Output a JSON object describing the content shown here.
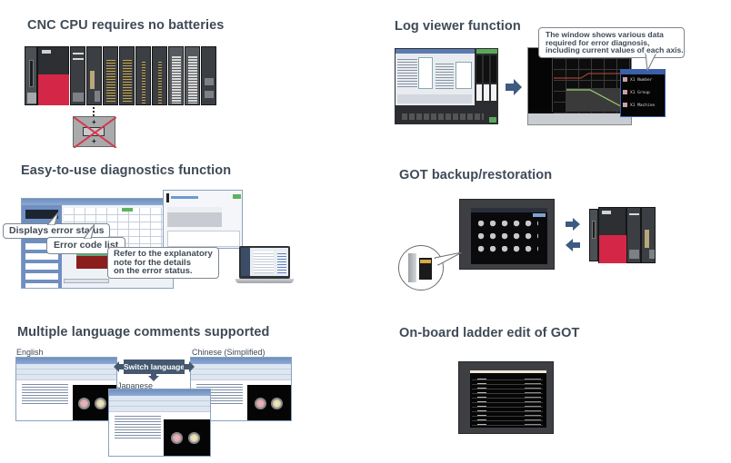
{
  "sections": {
    "cnc_cpu": {
      "title": "CNC CPU requires no batteries",
      "image": "plc-rack-with-crossed-out-battery"
    },
    "log_viewer": {
      "title": "Log viewer function",
      "callout": "The window shows various data\nrequired for error diagnosis,\nincluding current values of each axis.",
      "callout_lines": [
        "The window shows various data",
        "required for error diagnosis,",
        "including current values of each axis."
      ],
      "popup_items": [
        "X1 Number",
        "X1 Group",
        "X1 Machine"
      ],
      "image_left": "cnc-operation-screen",
      "image_right": "log-viewer-graph-screen"
    },
    "diagnostics": {
      "title": "Easy-to-use diagnostics function",
      "callouts": {
        "status": "Displays error status",
        "code_list": "Error code list",
        "note_lines": [
          "Refer to the explanatory",
          "note for the details",
          "on the error status."
        ]
      },
      "image": "diagnostics-software-windows-and-laptop"
    },
    "got_backup": {
      "title": "GOT backup/restoration",
      "image_left": "sd-card-and-usb-memory",
      "image_center": "got-touch-panel",
      "image_right": "plc-rack"
    },
    "languages": {
      "title": "Multiple language comments supported",
      "labels": {
        "english": "English",
        "chinese": "Chinese (Simplified)",
        "japanese": "Japanese",
        "switch": "Switch languages"
      }
    },
    "ladder_edit": {
      "title": "On-board ladder edit of GOT",
      "image": "got-ladder-edit-screen"
    }
  },
  "colors": {
    "heading": "#3f4a57",
    "arrow": "#3d5a80",
    "plc_red": "#d42748",
    "callout_border": "#7d8791",
    "switch_label_bg": "#455870"
  }
}
